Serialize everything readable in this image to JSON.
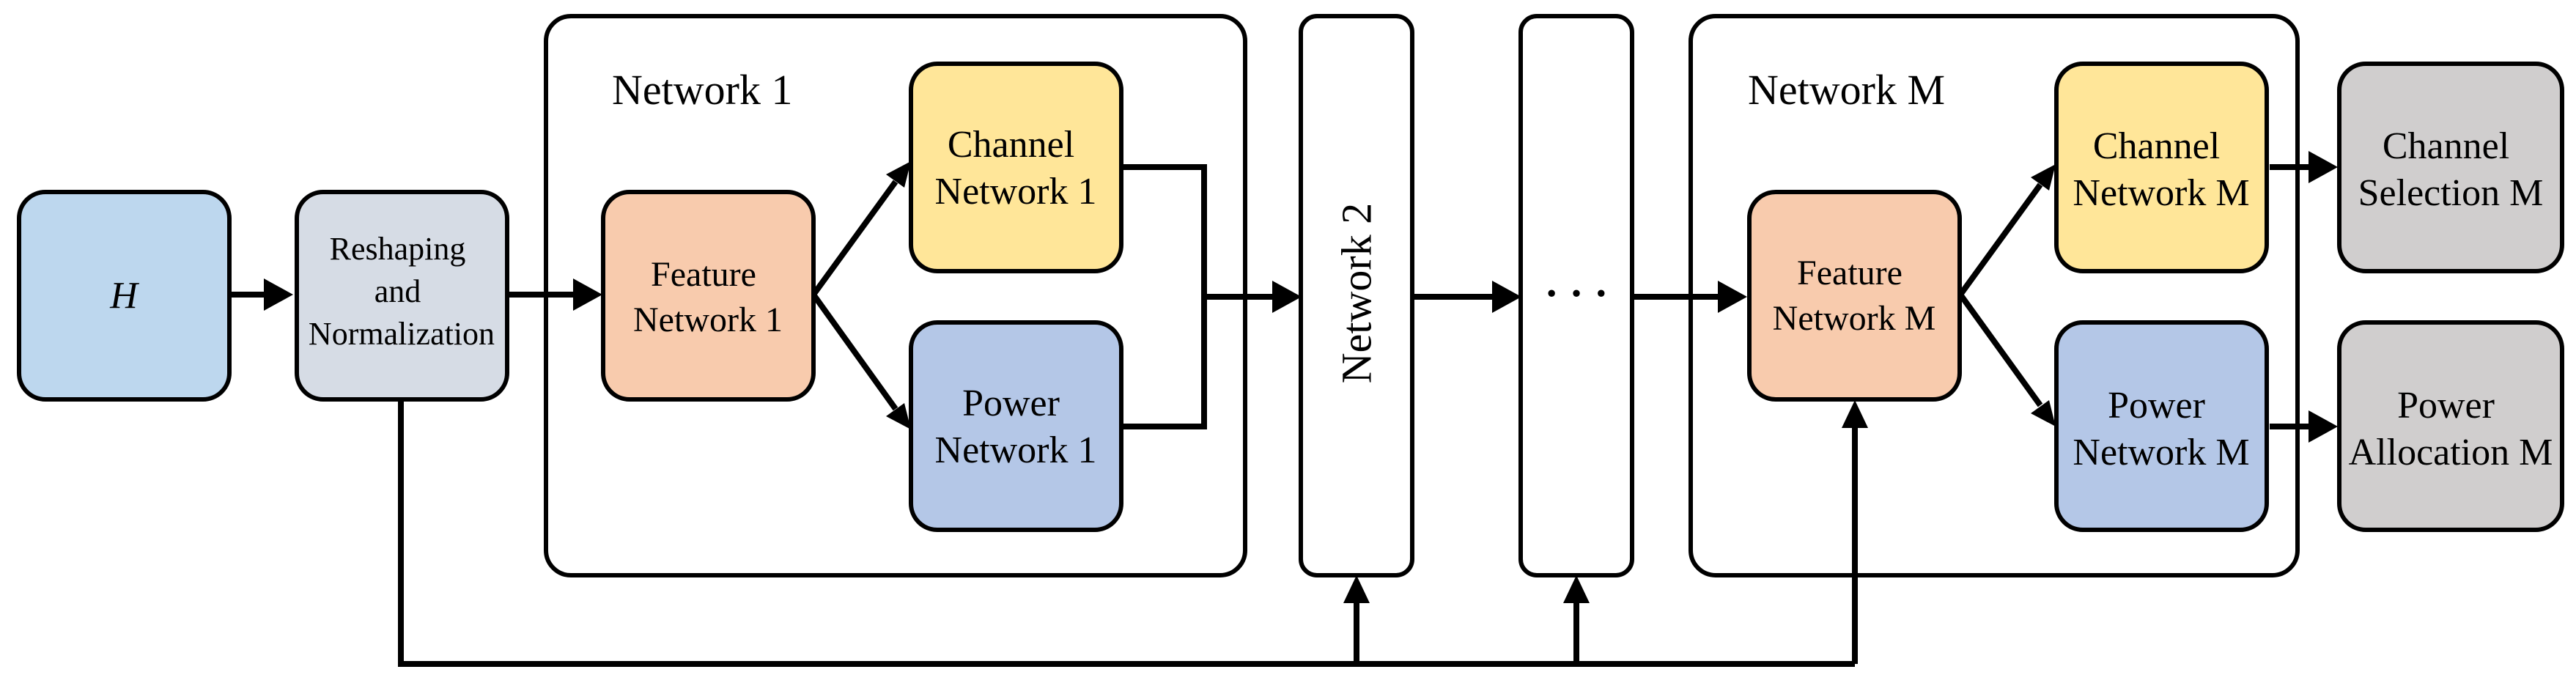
{
  "blocks": {
    "input": {
      "label": "H"
    },
    "reshape": {
      "lines": [
        "Reshaping",
        "and",
        "Normalization"
      ]
    },
    "network1": {
      "title": "Network 1",
      "feature": [
        "Feature",
        "Network 1"
      ],
      "channel": [
        "Channel",
        "Network 1"
      ],
      "power": [
        "Power",
        "Network 1"
      ]
    },
    "network2": {
      "label": "Network 2"
    },
    "ellipsis": {
      "label": "· · ·"
    },
    "networkM": {
      "title": "Network M",
      "feature": [
        "Feature",
        "Network M"
      ],
      "channel": [
        "Channel",
        "Network M"
      ],
      "power": [
        "Power",
        "Network M"
      ]
    },
    "outputs": {
      "channel": [
        "Channel",
        "Selection M"
      ],
      "power": [
        "Power",
        "Allocation M"
      ]
    }
  },
  "colors": {
    "input": "#bdd7ee",
    "reshape": "#d6dce5",
    "feature": "#f8cbad",
    "channel": "#ffe699",
    "power": "#b4c7e7",
    "output": "#d0cece",
    "container": "#ffffff",
    "line": "#000000"
  }
}
